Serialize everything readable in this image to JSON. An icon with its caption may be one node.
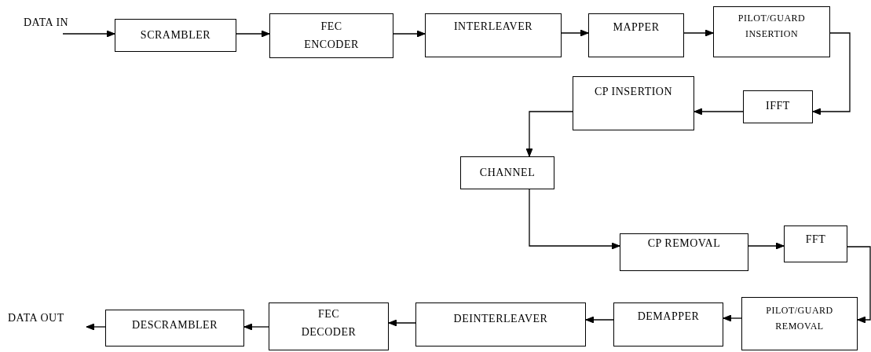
{
  "diagram": {
    "nodes": [
      {
        "text": [
          "DATA IN"
        ]
      },
      {
        "text": [
          "SCRAMBLER"
        ]
      },
      {
        "text": [
          "FEC ENCODER"
        ]
      },
      {
        "text": [
          "INTERLEAVER"
        ]
      },
      {
        "text": [
          "MAPPER"
        ]
      },
      {
        "text": [
          "PILOT/GUARD INSERTION"
        ]
      },
      {
        "text": [
          "IFFT"
        ]
      },
      {
        "text": [
          "CP INSERTION"
        ]
      },
      {
        "text": [
          "CHANNEL"
        ]
      },
      {
        "text": [
          "CP REMOVAL"
        ]
      },
      {
        "text": [
          "FFT"
        ]
      },
      {
        "text": [
          "PILOT/GUARD REMOVAL"
        ]
      },
      {
        "text": [
          "DEMAPPER"
        ]
      },
      {
        "text": [
          "DEINTERLEAVER"
        ]
      },
      {
        "text": [
          "FEC DECODER"
        ]
      },
      {
        "text": [
          "DESCRAMBLER"
        ]
      },
      {
        "text": [
          "DATA OUT"
        ]
      }
    ],
    "edges": [
      {
        "from": 0,
        "to": 1,
        "arrow": "to"
      },
      {
        "from": 1,
        "to": 2,
        "arrow": "to"
      },
      {
        "from": 2,
        "to": 3,
        "arrow": "to"
      },
      {
        "from": 3,
        "to": 4,
        "arrow": "to"
      },
      {
        "from": 4,
        "to": 5,
        "arrow": "to"
      },
      {
        "from": 5,
        "to": 6,
        "arrow": "to"
      },
      {
        "from": 6,
        "to": 7,
        "arrow": "to"
      },
      {
        "from": 7,
        "to": 8,
        "arrow": "to"
      },
      {
        "from": 8,
        "to": 9,
        "arrow": "to"
      },
      {
        "from": 9,
        "to": 10,
        "arrow": "to"
      },
      {
        "from": 10,
        "to": 11,
        "arrow": "to"
      },
      {
        "from": 11,
        "to": 12,
        "arrow": "to"
      },
      {
        "from": 12,
        "to": 13,
        "arrow": "to"
      },
      {
        "from": 13,
        "to": 14,
        "arrow": "to"
      },
      {
        "from": 14,
        "to": 15,
        "arrow": "to"
      },
      {
        "from": 15,
        "to": 16,
        "arrow": "to"
      }
    ]
  }
}
